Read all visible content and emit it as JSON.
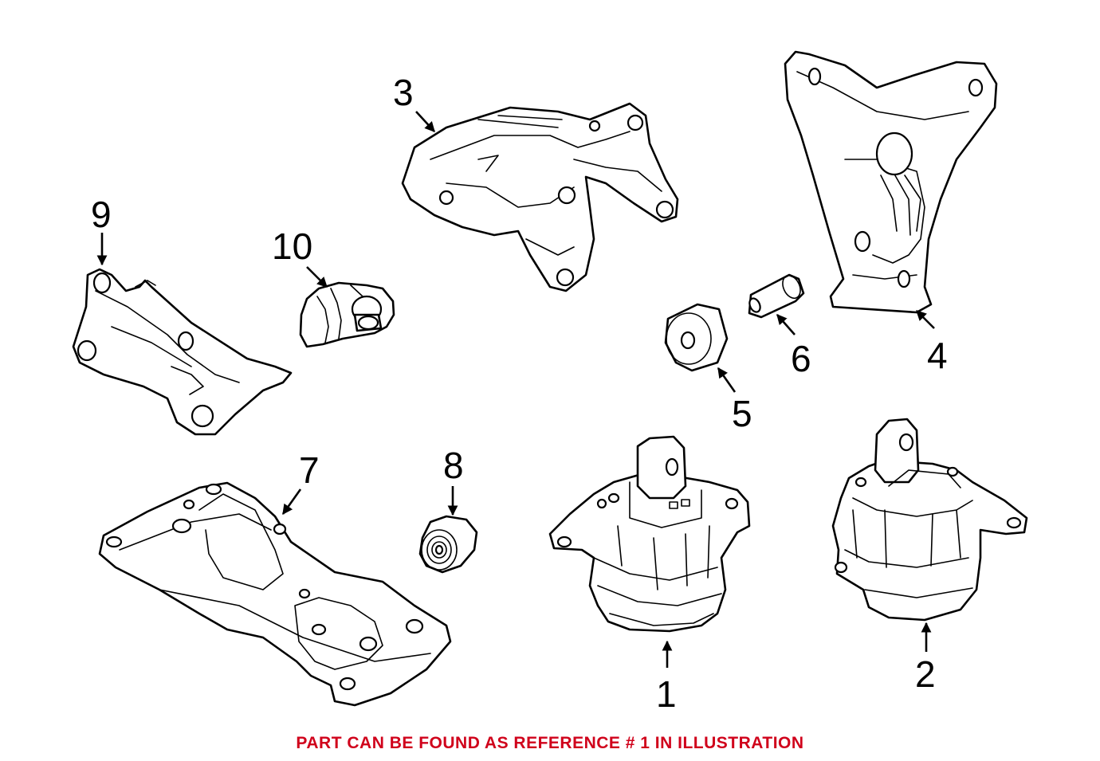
{
  "callouts": [
    {
      "id": "1",
      "label": "1"
    },
    {
      "id": "2",
      "label": "2"
    },
    {
      "id": "3",
      "label": "3"
    },
    {
      "id": "4",
      "label": "4"
    },
    {
      "id": "5",
      "label": "5"
    },
    {
      "id": "6",
      "label": "6"
    },
    {
      "id": "7",
      "label": "7"
    },
    {
      "id": "8",
      "label": "8"
    },
    {
      "id": "9",
      "label": "9"
    },
    {
      "id": "10",
      "label": "10"
    }
  ],
  "caption": {
    "text": "PART CAN BE FOUND AS REFERENCE # 1 IN ILLUSTRATION",
    "color": "#d0021b"
  },
  "colors": {
    "line": "#000000",
    "background": "#ffffff"
  }
}
